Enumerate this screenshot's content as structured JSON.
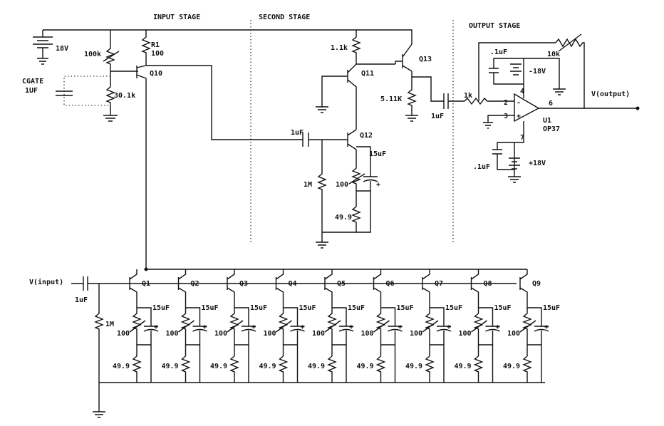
{
  "sections": {
    "input_stage": "INPUT STAGE",
    "second_stage": "SECOND STAGE",
    "output_stage": "OUTPUT STAGE"
  },
  "labels": {
    "supply_18v": "18V",
    "r_100k": "100k",
    "r1_name": "R1",
    "r1_value": "100",
    "cgate_name": "CGATE",
    "cgate_value": "1UF",
    "r_30k1": "30.1k",
    "q10": "Q10",
    "r_1k1": "1.1k",
    "q11": "Q11",
    "q13": "Q13",
    "r_5k11": "5.11K",
    "q12": "Q12",
    "c_1uf_a": "1uF",
    "c_15uf_q12": "15uF",
    "r_1m_second": "1M",
    "r_100_q12": "100",
    "r_49_9_q12": "49.9",
    "c_1uf_b": "1uF",
    "r_1k_out": "1k",
    "c_0_1uf_top": ".1uF",
    "supply_neg18": "-18V",
    "pin_4": "4",
    "pin_2": "2",
    "pin_3": "3",
    "pin_6": "6",
    "pin_7": "7",
    "u1_name": "U1",
    "u1_part": "OP37",
    "r_10k": "10k",
    "c_0_1uf_bot": ".1uF",
    "supply_pos18": "+18V",
    "v_output": "V(output)",
    "v_input": "V(input)",
    "c_1uf_in": "1uF",
    "r_1m_in": "1M",
    "pin_minus": "-",
    "pin_plus": "+"
  },
  "input_bank": {
    "transistors": [
      "Q1",
      "Q2",
      "Q3",
      "Q4",
      "Q5",
      "Q6",
      "Q7",
      "Q8",
      "Q9"
    ],
    "cap_label": "15uF",
    "pot_label": "100",
    "res_label": "49.9",
    "polarity": "+"
  }
}
